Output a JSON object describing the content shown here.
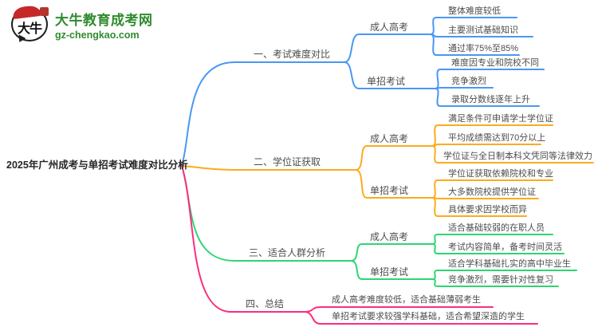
{
  "logo": {
    "badge_text": "大牛",
    "site_name": "大牛教育成考网",
    "site_url": "gz-chengkao.com",
    "brand_green": "#2e8b2e",
    "brand_red": "#c62828"
  },
  "mindmap": {
    "root": "2025年广州成考与单招考试难度对比分析",
    "branches": [
      {
        "label": "一、考试难度对比",
        "color": "#4a97f2",
        "children": [
          {
            "label": "成人高考",
            "leaves": [
              "整体难度较低",
              "主要测试基础知识",
              "通过率75%至85%"
            ]
          },
          {
            "label": "单招考试",
            "leaves": [
              "难度因专业和院校不同",
              "竞争激烈",
              "录取分数线逐年上升"
            ]
          }
        ]
      },
      {
        "label": "二、学位证获取",
        "color": "#fbab1f",
        "children": [
          {
            "label": "成人高考",
            "leaves": [
              "满足条件可申请学士学位证",
              "平均成绩需达到70分以上",
              "学位证与全日制本科文凭同等法律效力"
            ]
          },
          {
            "label": "单招考试",
            "leaves": [
              "学位证获取依赖院校和专业",
              "大多数院校提供学位证",
              "具体要求因学校而异"
            ]
          }
        ]
      },
      {
        "label": "三、适合人群分析",
        "color": "#2ed573",
        "children": [
          {
            "label": "成人高考",
            "leaves": [
              "适合基础较弱的在职人员",
              "考试内容简单，备考时间灵活"
            ]
          },
          {
            "label": "单招考试",
            "leaves": [
              "适合学科基础扎实的高中毕业生",
              "竞争激烈，需要针对性复习"
            ]
          }
        ]
      },
      {
        "label": "四、总结",
        "color": "#fb2e7e",
        "children": [],
        "leaves": [
          "成人高考难度较低，适合基础薄弱考生",
          "单招考试要求较强学科基础，适合希望深造的学生"
        ]
      }
    ]
  }
}
